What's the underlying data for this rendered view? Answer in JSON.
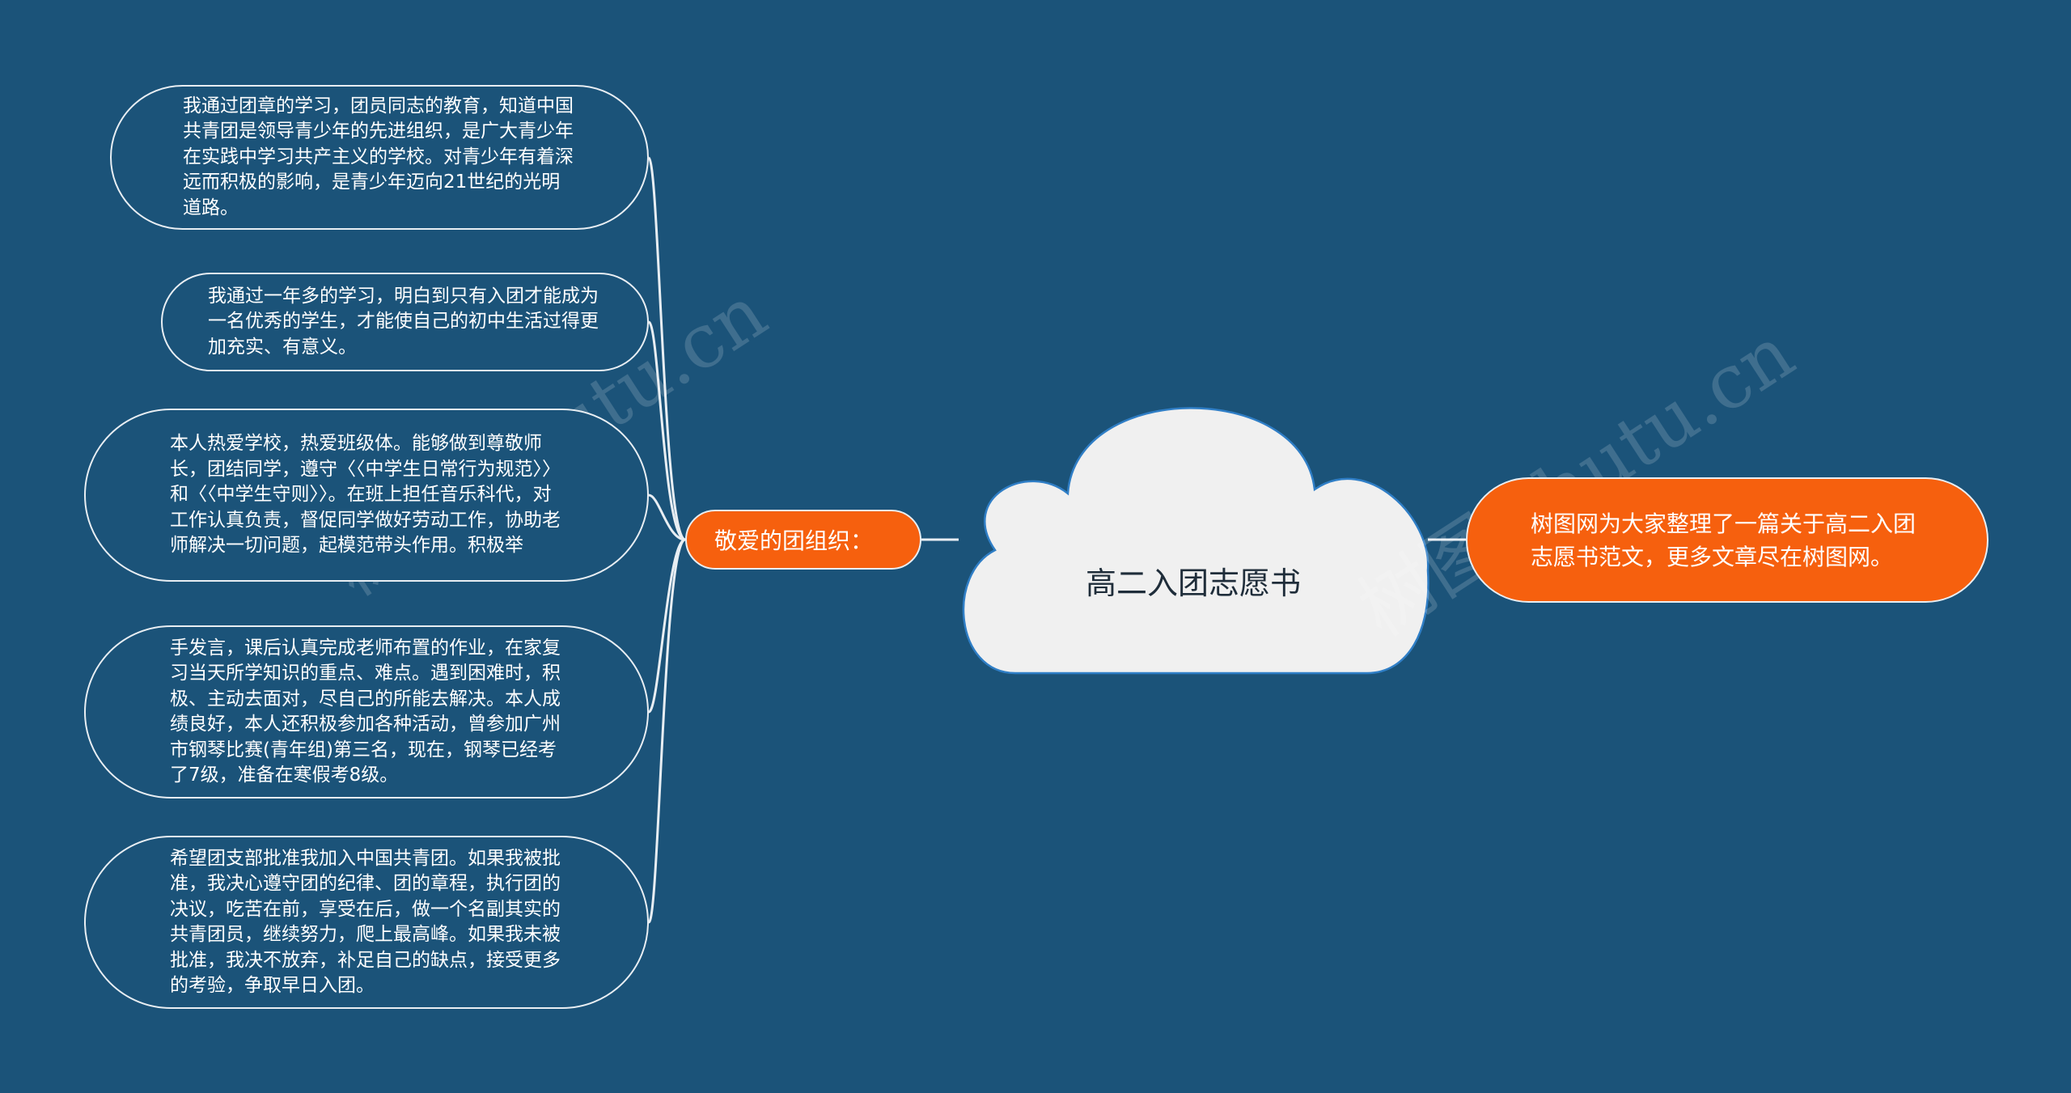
{
  "central_topic": "高二入团志愿书",
  "intro_node": "树图网为大家整理了一篇关于高二入团志愿书范文，更多文章尽在树图网。",
  "branch": {
    "label": "敬爱的团组织：",
    "leaves": [
      "我通过团章的学习，团员同志的教育，知道中国共青团是领导青少年的先进组织，是广大青少年在实践中学习共产主义的学校。对青少年有着深远而积极的影响，是青少年迈向21世纪的光明道路。",
      "我通过一年多的学习，明白到只有入团才能成为一名优秀的学生，才能使自己的初中生活过得更加充实、有意义。",
      "本人热爱学校，热爱班级体。能够做到尊敬师长，团结同学，遵守〈〈中学生日常行为规范〉〉和〈〈中学生守则〉〉。在班上担任音乐科代，对工作认真负责，督促同学做好劳动工作，协助老师解决一切问题，起模范带头作用。积极举",
      "手发言，课后认真完成老师布置的作业，在家复习当天所学知识的重点、难点。遇到困难时，积极、主动去面对，尽自己的所能去解决。本人成绩良好，本人还积极参加各种活动，曾参加广州市钢琴比赛(青年组)第三名，现在，钢琴已经考了7级，准备在寒假考8级。",
      "希望团支部批准我加入中国共青团。如果我被批准，我决心遵守团的纪律、团的章程，执行团的决议，吃苦在前，享受在后，做一个名副其实的共青团员，继续努力，爬上最高峰。如果我未被批准，我决不放弃，补足自己的缺点，接受更多的考验，争取早日入团。"
    ]
  },
  "watermark": "树图 shutu.cn",
  "colors": {
    "background": "#1b5379",
    "accent_orange": "#f6600e",
    "cloud_fill": "#f0f0f0",
    "line": "#e8eef3"
  }
}
